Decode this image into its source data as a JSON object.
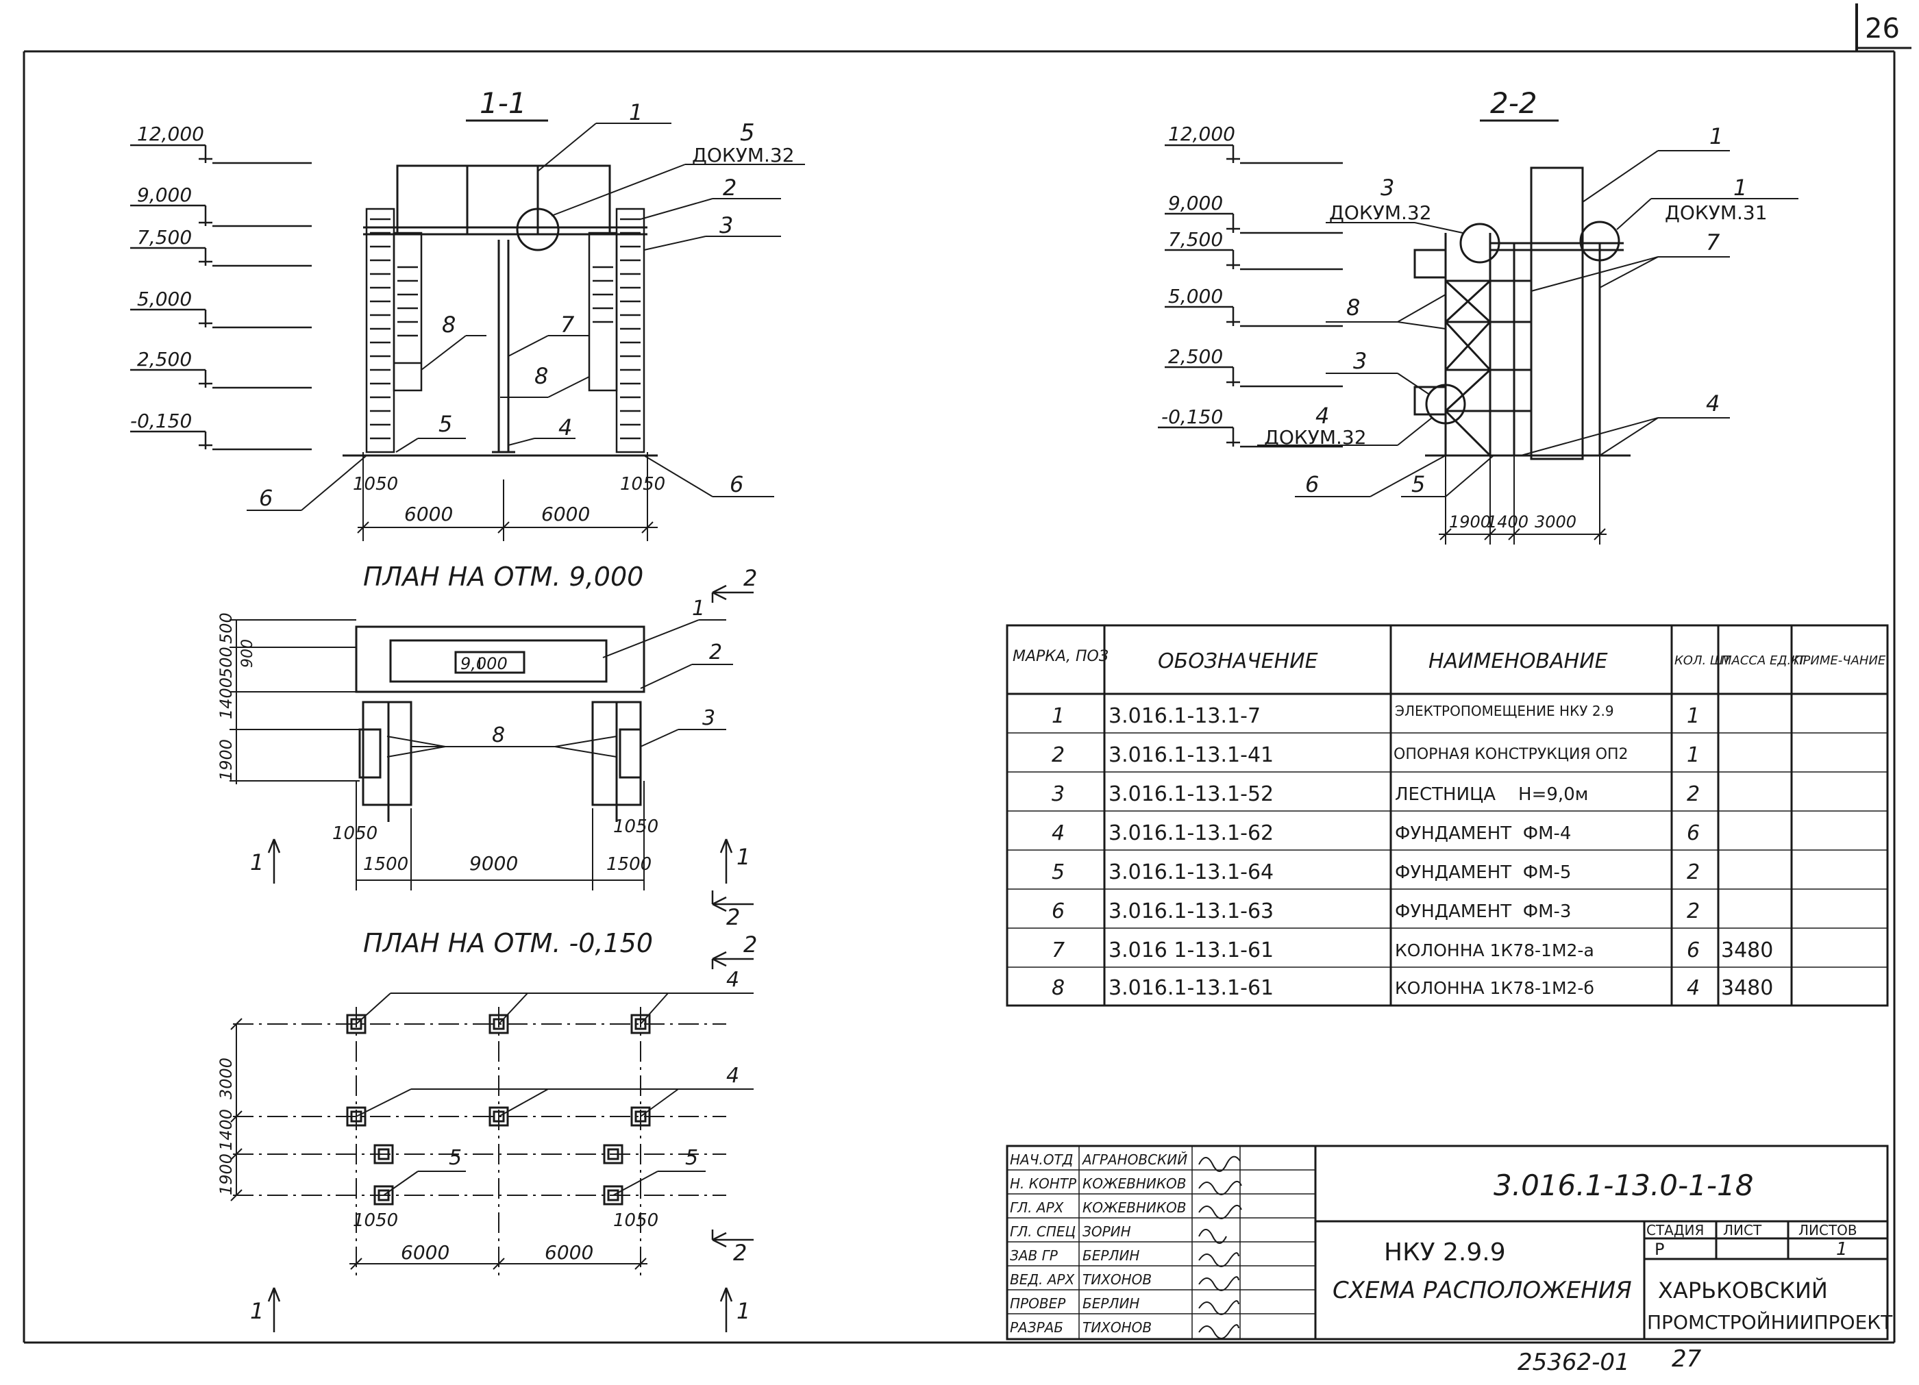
{
  "sheet_number": "26",
  "bottom_code": "25362-01",
  "bottom_page": "27",
  "section_1": {
    "title": "1-1",
    "levels": [
      "12,000",
      "9,000",
      "7,500",
      "5,000",
      "2,500",
      "-0,150"
    ],
    "callout_5_num": "5",
    "callout_5_doc": "ДОКУМ.32",
    "leaders": [
      "1",
      "2",
      "3",
      "8",
      "7",
      "8",
      "5",
      "4",
      "6",
      "6"
    ],
    "dims": [
      "1050",
      "1050",
      "6000",
      "6000"
    ]
  },
  "section_2": {
    "title": "2-2",
    "levels": [
      "12,000",
      "9,000",
      "7,500",
      "5,000",
      "2,500",
      "-0,150"
    ],
    "callout_3a_num": "3",
    "callout_3a_doc": "ДОКУМ.32",
    "callout_1_num": "1",
    "callout_1_doc": "ДОКУМ.31",
    "callout_4_num": "4",
    "callout_4_doc": "ДОКУМ.32",
    "leaders": [
      "1",
      "7",
      "8",
      "3",
      "4",
      "6",
      "5"
    ],
    "dims": [
      "1900",
      "1400",
      "3000"
    ]
  },
  "plan_9000": {
    "title": "ПЛАН НА ОТМ. 9,000",
    "mark": "9,000",
    "leaders": [
      "1",
      "2",
      "3",
      "8"
    ],
    "dims_v": [
      "1900",
      "1400",
      "500",
      "500",
      "900"
    ],
    "dims_h": [
      "1050",
      "1050",
      "1500",
      "9000",
      "1500"
    ],
    "cut_labels": [
      "2",
      "2",
      "1",
      "1"
    ]
  },
  "plan_m0150": {
    "title": "ПЛАН НА ОТМ. -0,150",
    "leaders": [
      "4",
      "4",
      "5",
      "5"
    ],
    "dims_v": [
      "1900",
      "1400",
      "3000"
    ],
    "dims_h": [
      "1050",
      "1050",
      "6000",
      "6000"
    ],
    "cut_labels": [
      "2",
      "2",
      "1",
      "1"
    ]
  },
  "spec": {
    "headers": [
      "МАРКА, ПОЗ",
      "ОБОЗНАЧЕНИЕ",
      "НАИМЕНОВАНИЕ",
      "КОЛ. ШТ.",
      "МАССА ЕД.КГ",
      "ПРИМЕ-ЧАНИЕ"
    ],
    "rows": [
      [
        "1",
        "3.016.1-13.1-7",
        "ЭЛЕКТРОПОМЕЩЕНИЕ НКУ 2.9",
        "1",
        "",
        ""
      ],
      [
        "2",
        "3.016.1-13.1-41",
        "ОПОРНАЯ КОНСТРУКЦИЯ ОП2",
        "1",
        "",
        ""
      ],
      [
        "3",
        "3.016.1-13.1-52",
        "ЛЕСТНИЦА    H=9,0м",
        "2",
        "",
        ""
      ],
      [
        "4",
        "3.016.1-13.1-62",
        "ФУНДАМЕНТ  ФМ-4",
        "6",
        "",
        ""
      ],
      [
        "5",
        "3.016.1-13.1-64",
        "ФУНДАМЕНТ  ФМ-5",
        "2",
        "",
        ""
      ],
      [
        "6",
        "3.016.1-13.1-63",
        "ФУНДАМЕНТ  ФМ-3",
        "2",
        "",
        ""
      ],
      [
        "7",
        "3.016 1-13.1-61",
        "КОЛОННА 1К78-1М2-а",
        "6",
        "3480",
        ""
      ],
      [
        "8",
        "3.016.1-13.1-61",
        "КОЛОННА 1К78-1М2-б",
        "4",
        "3480",
        ""
      ]
    ]
  },
  "title_block": {
    "code": "3.016.1-13.0-1-18",
    "name_1": "НКУ 2.9.9",
    "name_2": "СХЕМА РАСПОЛОЖЕНИЯ",
    "stage_label": "СТАДИЯ",
    "sheet_label": "ЛИСТ",
    "sheets_label": "ЛИСТОВ",
    "stage": "Р",
    "sheet": "",
    "sheets": "1",
    "org_1": "ХАРЬКОВСКИЙ",
    "org_2": "ПРОМСТРОЙНИИПРОЕКТ",
    "signers": [
      [
        "НАЧ.ОТД",
        "АГРАНОВСКИЙ"
      ],
      [
        "Н. КОНТР",
        "КОЖЕВНИКОВ"
      ],
      [
        "ГЛ. АРХ",
        "КОЖЕВНИКОВ"
      ],
      [
        "ГЛ. СПЕЦ",
        "ЗОРИН"
      ],
      [
        "ЗАВ ГР",
        "БЕРЛИН"
      ],
      [
        "ВЕД. АРХ",
        "ТИХОНОВ"
      ],
      [
        "ПРОВЕР",
        "БЕРЛИН"
      ],
      [
        "РАЗРАБ",
        "ТИХОНОВ"
      ]
    ]
  }
}
